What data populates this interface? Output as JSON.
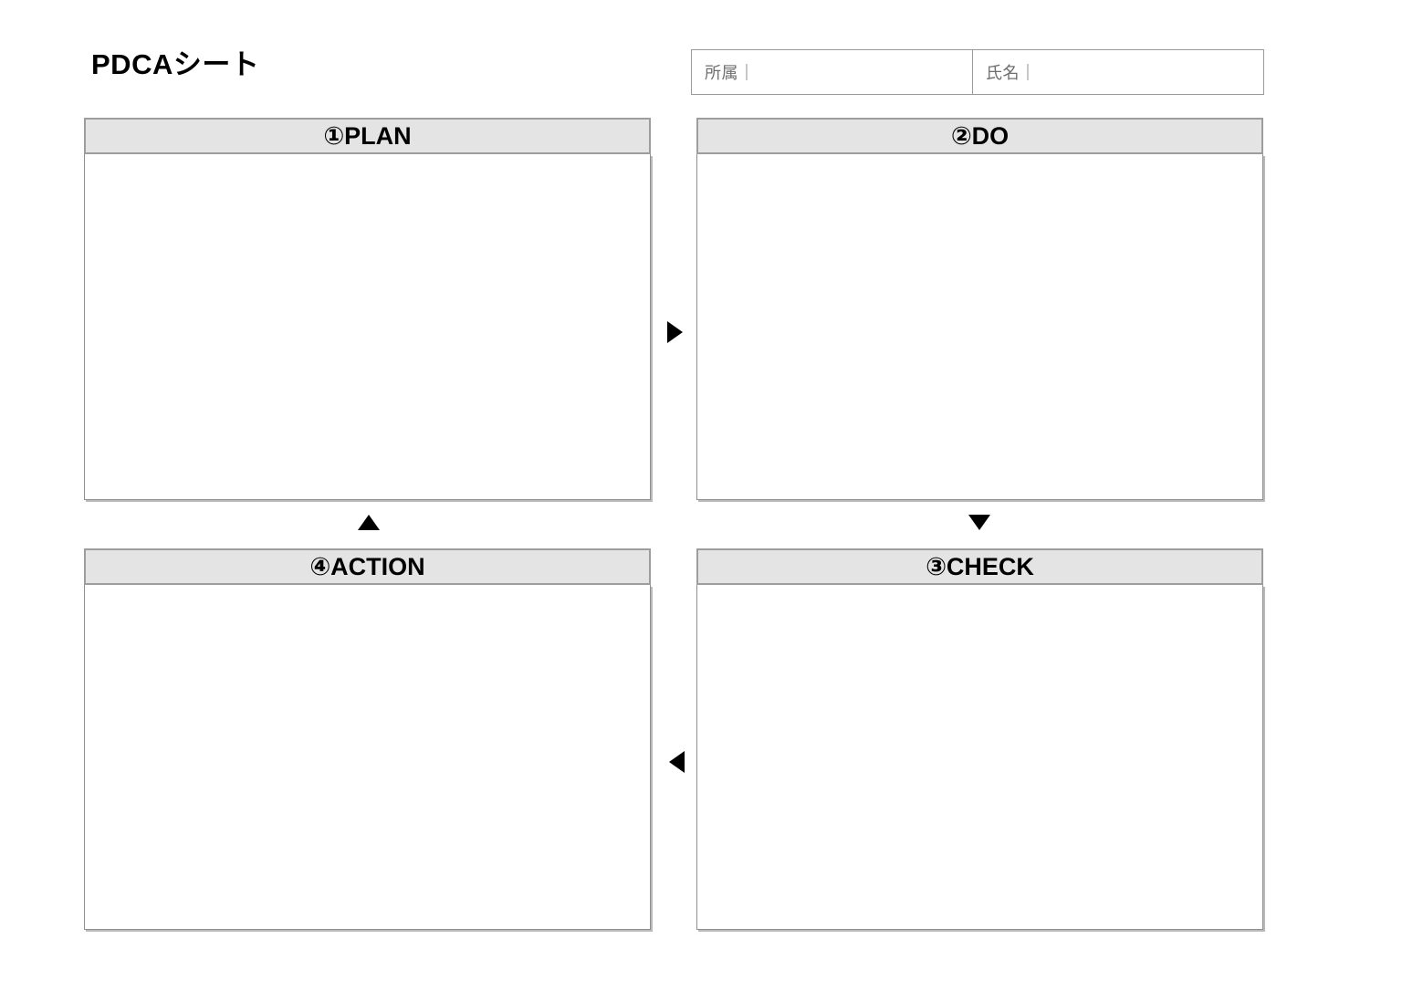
{
  "document": {
    "title": "PDCAシート"
  },
  "identity": {
    "fields": [
      {
        "label": "所属｜",
        "value": "",
        "placeholder": ""
      },
      {
        "label": "氏名｜",
        "value": "",
        "placeholder": ""
      }
    ]
  },
  "quadrants": [
    {
      "key": "plan",
      "header": "①PLAN",
      "number": "①",
      "name": "PLAN",
      "body_text": ""
    },
    {
      "key": "do",
      "header": "②DO",
      "number": "②",
      "name": "DO",
      "body_text": ""
    },
    {
      "key": "check",
      "header": "③CHECK",
      "number": "③",
      "name": "CHECK",
      "body_text": ""
    },
    {
      "key": "action",
      "header": "④ACTION",
      "number": "④",
      "name": "ACTION",
      "body_text": ""
    }
  ],
  "arrows": [
    {
      "key": "plan_to_do",
      "icon": "triangle-right-icon",
      "direction": "right"
    },
    {
      "key": "do_to_check",
      "icon": "triangle-down-icon",
      "direction": "down"
    },
    {
      "key": "check_to_action",
      "icon": "triangle-left-icon",
      "direction": "left"
    },
    {
      "key": "action_to_plan",
      "icon": "triangle-up-icon",
      "direction": "up"
    }
  ],
  "colors": {
    "page_background": "#ffffff",
    "header_fill": "#e4e4e4",
    "header_border": "#9d9d9d",
    "body_border": "#8f8f8f",
    "identity_border": "#9a9a9a",
    "identity_label_text": "#6f6f6f",
    "text": "#000000",
    "arrow": "#000000"
  }
}
